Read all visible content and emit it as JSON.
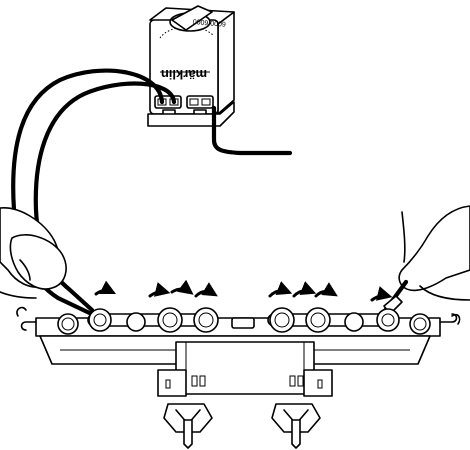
{
  "transformer": {
    "brand_text": "märklin",
    "model_text": "6000 6000"
  },
  "colors": {
    "line": "#000000",
    "background": "#ffffff",
    "shade": "#ededed"
  },
  "icons": {
    "rotation_arrow": "curved-arrow",
    "hand": "hand-outline"
  }
}
